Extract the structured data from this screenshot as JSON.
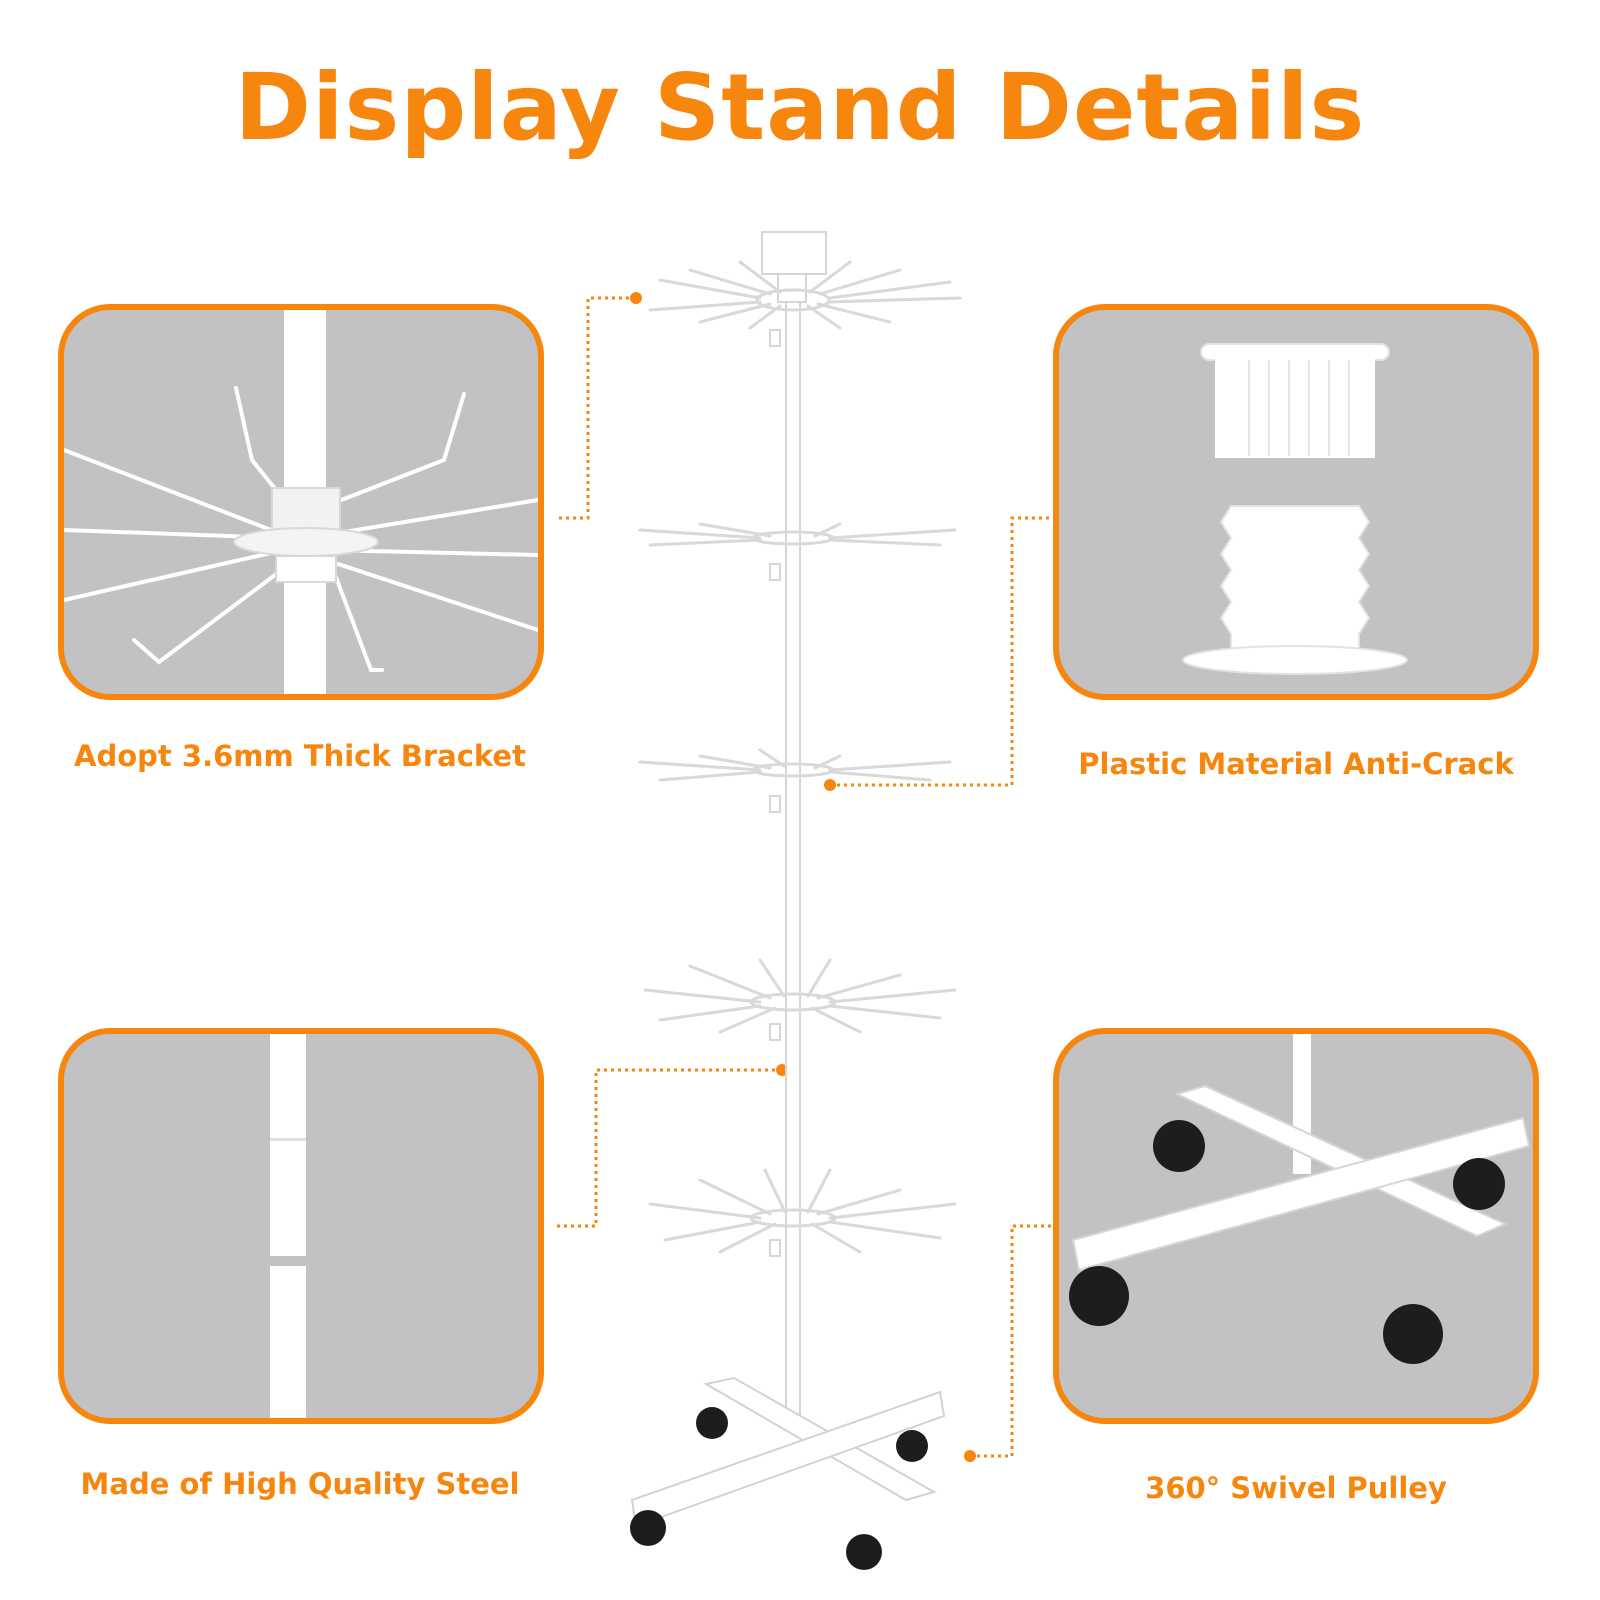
{
  "title": "Display Stand Details",
  "accent_color": "#f7860f",
  "panel_background": "#c2c2c4",
  "features": [
    {
      "caption": "Adopt 3.6mm Thick Bracket",
      "image": "hook-bracket-closeup"
    },
    {
      "caption": "Plastic Material Anti-Crack",
      "image": "plastic-threaded-connector"
    },
    {
      "caption": "Made of High Quality Steel",
      "image": "steel-pole-joint"
    },
    {
      "caption": "360° Swivel Pulley",
      "image": "cross-base-with-casters"
    }
  ]
}
